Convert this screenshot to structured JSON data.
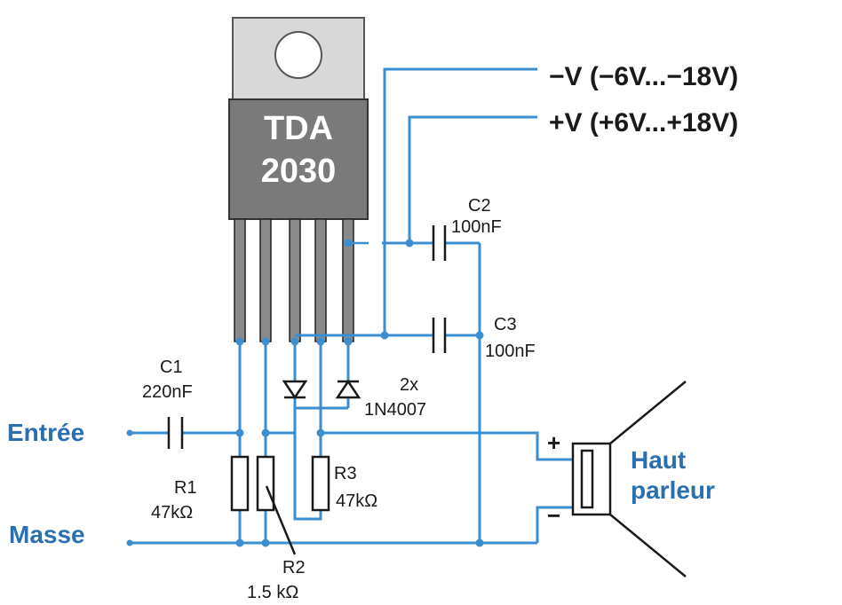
{
  "chip": {
    "line1": "TDA",
    "line2": "2030"
  },
  "rails": {
    "negative": "−V (−6V...−18V)",
    "positive": "+V (+6V...+18V)"
  },
  "components": {
    "c1": {
      "name": "C1",
      "value": "220nF"
    },
    "c2": {
      "name": "C2",
      "value": "100nF"
    },
    "c3": {
      "name": "C3",
      "value": "100nF"
    },
    "r1": {
      "name": "R1",
      "value": "47kΩ"
    },
    "r2": {
      "name": "R2",
      "value": "1.5 kΩ"
    },
    "r3": {
      "name": "R3",
      "value": "47kΩ"
    },
    "diodes": {
      "count": "2x",
      "part": "1N4007"
    }
  },
  "io": {
    "input": "Entrée",
    "ground": "Masse"
  },
  "speaker": {
    "line1": "Haut",
    "line2": "parleur",
    "plus": "+",
    "minus": "−"
  },
  "colors": {
    "wire": "#3b8fd0",
    "chip_body": "#7a7a7a",
    "tab": "#d8d8d8",
    "label_blue": "#2a6fb0"
  }
}
